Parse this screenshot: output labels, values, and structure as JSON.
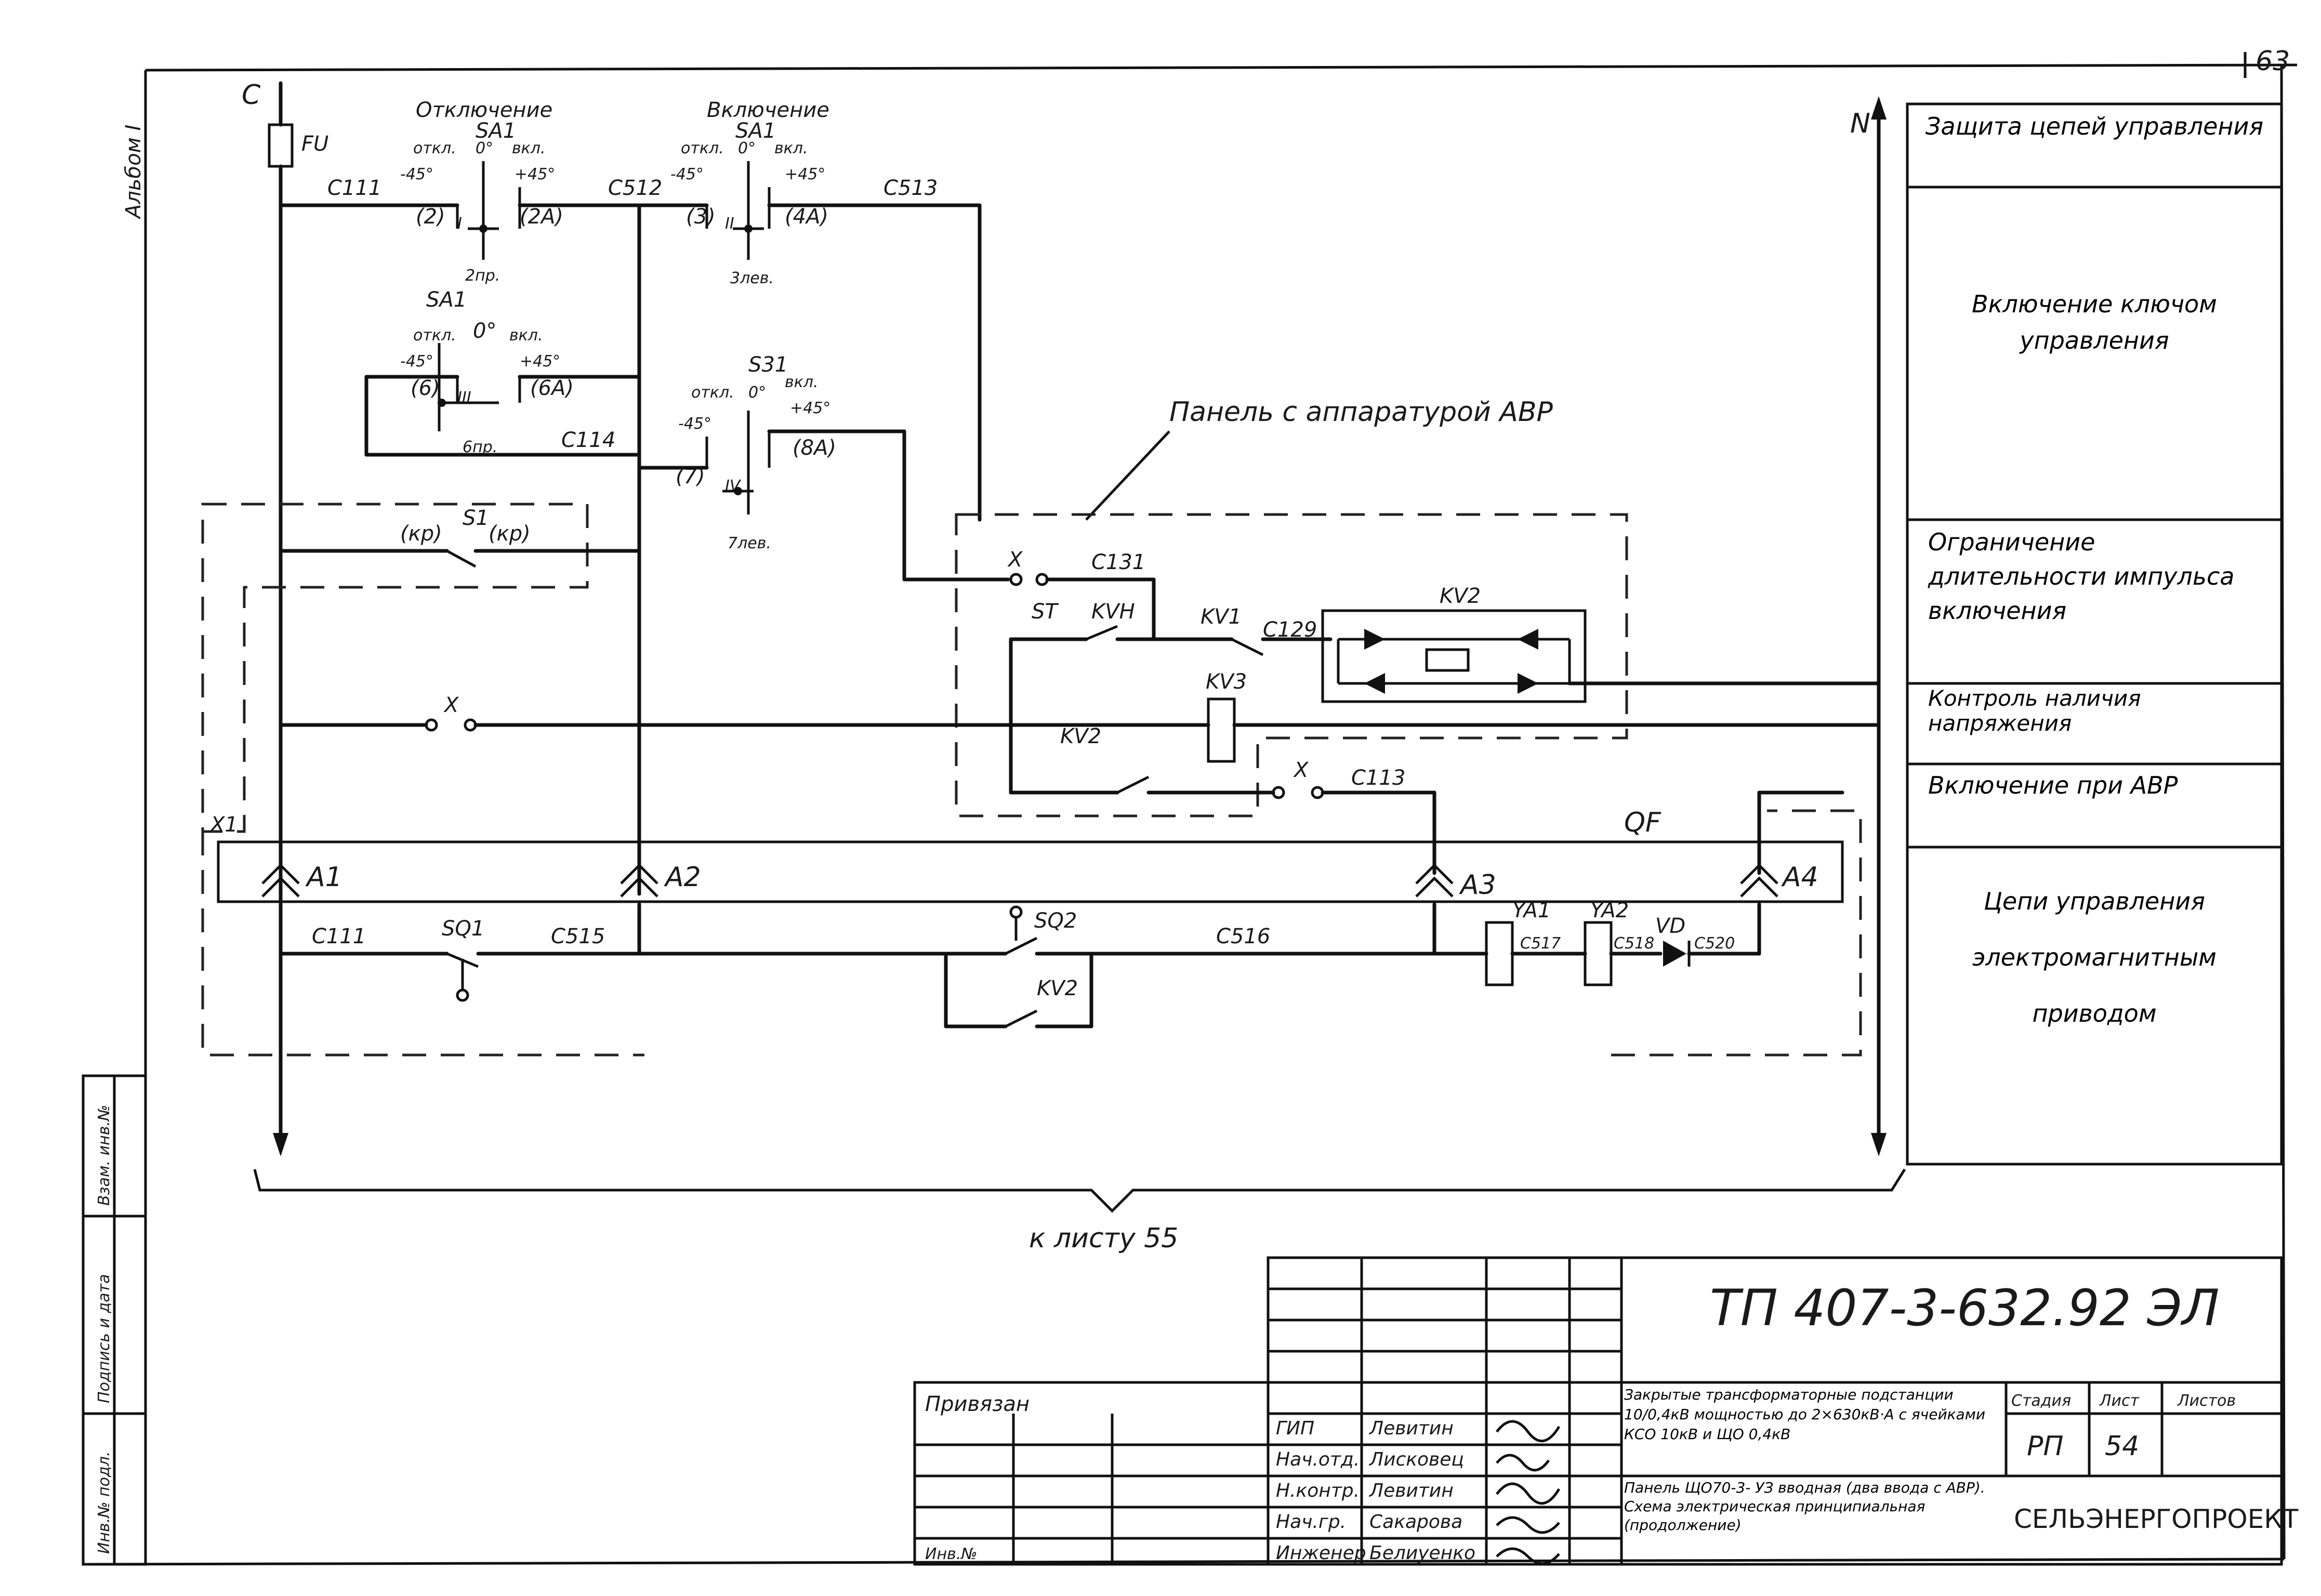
{
  "page_number": "63",
  "album_label": "Альбом I",
  "supply": {
    "c_label": "C",
    "n_label": "N",
    "fuse": "FU"
  },
  "key_off": {
    "title": "Отключение",
    "key": "SA1",
    "left": "откл.",
    "mid": "0°",
    "right": "вкл.",
    "minus": "-45°",
    "plus": "+45°",
    "contact_a": "(2)",
    "contact_b": "(2А)",
    "contact_num": "I",
    "pos": "2пр."
  },
  "key_on": {
    "title": "Включение",
    "key": "SA1",
    "left": "откл.",
    "mid": "0°",
    "right": "вкл.",
    "minus": "-45°",
    "plus": "+45°",
    "contact_a": "(3)",
    "contact_b": "(4А)",
    "contact_num": "II",
    "pos": "3лев."
  },
  "key_3": {
    "key": "SA1",
    "left": "откл.",
    "mid": "0°",
    "right": "вкл.",
    "minus": "-45°",
    "plus": "+45°",
    "contact_a": "(6)",
    "contact_b": "(6А)",
    "contact_num": "III",
    "pos": "6пр."
  },
  "key_4": {
    "key": "S31",
    "left": "откл.",
    "mid": "0°",
    "right": "вкл.",
    "minus": "-45°",
    "plus": "+45°",
    "contact_a": "(7)",
    "contact_b": "(8А)",
    "contact_num": "IV",
    "pos": "7лев."
  },
  "wires": {
    "c111": "С111",
    "c512": "С512",
    "c513": "С513",
    "c114": "С114",
    "c131": "С131",
    "c129": "С129",
    "c113": "С113",
    "c515": "С515",
    "c516": "С516",
    "c517": "С517",
    "c518": "С518",
    "c520": "С520",
    "c111b": "С111"
  },
  "panel_label": "Панель с аппаратурой АВР",
  "components": {
    "s1": "S1",
    "kp_a": "(кр)",
    "kp_b": "(кр)",
    "st": "ST",
    "kvh": "KVH",
    "kv1": "KV1",
    "kv2": "KV2",
    "kv3": "KV3",
    "kv2b": "KV2",
    "x1": "X",
    "x2": "X",
    "x3": "X",
    "x4": "X1",
    "qf": "QF",
    "a1": "A1",
    "a2": "A2",
    "a3": "A3",
    "a4": "A4",
    "sq1": "SQ1",
    "sq2": "SQ2",
    "ya1": "YA1",
    "ya2": "YA2",
    "vd": "VD"
  },
  "sheet_ref": "к листу 55",
  "legend": [
    {
      "text": "Защита цепей управления"
    },
    {
      "text": "Включение ключом управления"
    },
    {
      "text": "Ограничение длительности импульса включения"
    },
    {
      "text": "Контроль наличия напряжения"
    },
    {
      "text": "Включение при АВР"
    },
    {
      "text": "Цепи управления электромагнитным приводом"
    }
  ],
  "left_stamp": [
    "Инв.№ подл.",
    "Подпись и дата",
    "Взам. инв.№"
  ],
  "title_block": {
    "code": "ТП 407-3-632.92 ЭЛ",
    "privyazan": "Привязан",
    "inv_no": "Инв.№",
    "roles": [
      "ГИП",
      "Нач.отд.",
      "Н.контр.",
      "Нач.гр.",
      "Инженер"
    ],
    "names": [
      "Левитин",
      "Лисковец",
      "Левитин",
      "Сакарова",
      "Белиуенко"
    ],
    "desc1": "Закрытые трансформаторные подстанции 10/0,4кВ мощностью до 2×630кВ·А с ячейками КСО 10кВ и ЩО 0,4кВ",
    "desc2": "Панель ЩО70-3-  УЗ вводная (два ввода с АВР). Схема электрическая принципиальная (продолжение)",
    "stage_h": "Стадия",
    "sheet_h": "Лист",
    "sheets_h": "Листов",
    "stage": "РП",
    "sheet": "54",
    "org": "СЕЛЬЭНЕРГОПРОЕКТ"
  }
}
